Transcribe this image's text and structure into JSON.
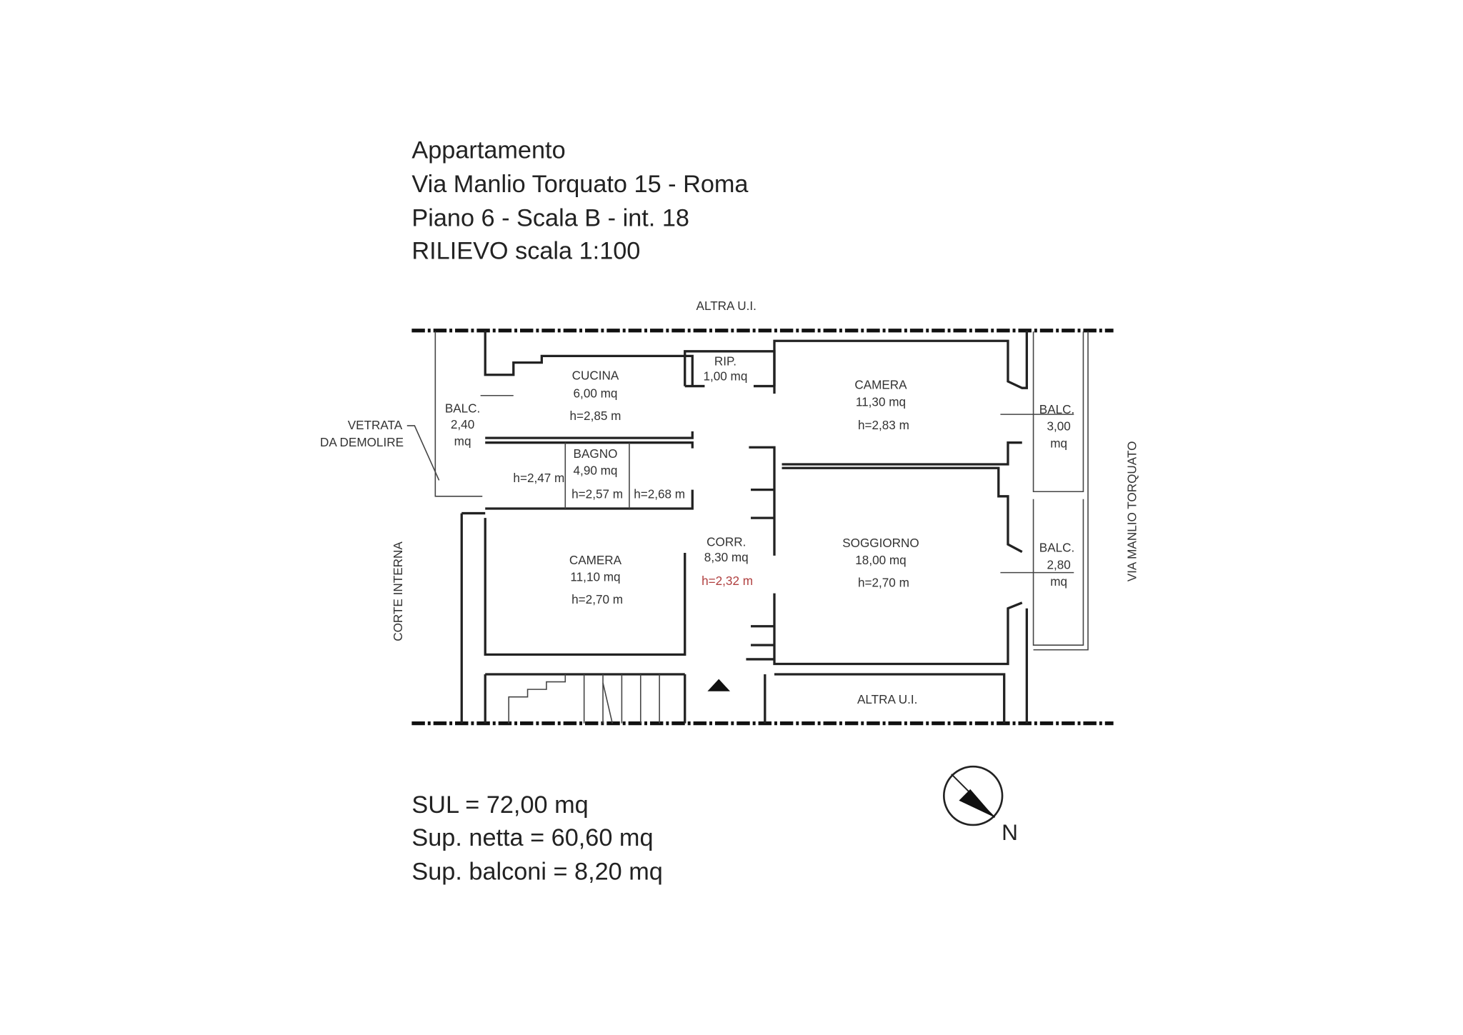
{
  "header": {
    "line1": "Appartamento",
    "line2": "Via Manlio Torquato 15 - Roma",
    "line3": "Piano 6 - Scala B - int. 18",
    "line4": "RILIEVO scala 1:100"
  },
  "labels": {
    "altra_top": "ALTRA U.I.",
    "altra_bottom": "ALTRA U.I.",
    "vetrata_1": "VETRATA",
    "vetrata_2": "DA DEMOLIRE",
    "corte": "CORTE INTERNA",
    "via": "VIA MANLIO TORQUATO",
    "north": "N"
  },
  "rooms": {
    "cucina": {
      "name": "CUCINA",
      "area": "6,00 mq",
      "h": "h=2,85 m"
    },
    "rip": {
      "name": "RIP.",
      "area": "1,00 mq"
    },
    "camera1": {
      "name": "CAMERA",
      "area": "11,30 mq",
      "h": "h=2,83 m"
    },
    "bagno": {
      "name": "BAGNO",
      "area": "4,90 mq",
      "h1": "h=2,47 m",
      "h2": "h=2,57 m",
      "h3": "h=2,68 m"
    },
    "camera2": {
      "name": "CAMERA",
      "area": "11,10 mq",
      "h": "h=2,70 m"
    },
    "corr": {
      "name": "CORR.",
      "area": "8,30 mq",
      "h": "h=2,32 m"
    },
    "soggiorno": {
      "name": "SOGGIORNO",
      "area": "18,00 mq",
      "h": "h=2,70 m"
    },
    "balc_left": {
      "name": "BALC.",
      "area": "2,40",
      "unit": "mq"
    },
    "balc_right1": {
      "name": "BALC.",
      "area": "3,00",
      "unit": "mq"
    },
    "balc_right2": {
      "name": "BALC.",
      "area": "2,80",
      "unit": "mq"
    }
  },
  "summary": {
    "sul": "SUL = 72,00 mq",
    "netta": "Sup. netta = 60,60 mq",
    "balconi": "Sup. balconi = 8,20 mq"
  },
  "colors": {
    "corr_height": "#b04040"
  }
}
